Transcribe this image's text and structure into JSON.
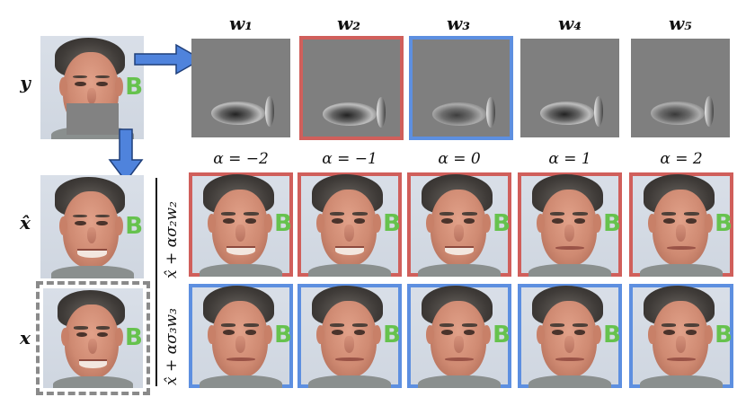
{
  "labels": {
    "y": "y",
    "x_hat": "x̂",
    "x": "x",
    "row1": "x̂ + ασ₂w₂",
    "row2": "x̂ + ασ₃w₃"
  },
  "weights": [
    "w₁",
    "w₂",
    "w₃",
    "w₄",
    "w₅"
  ],
  "alphas": [
    "α = −2",
    "α = −1",
    "α = 0",
    "α = 1",
    "α = 2"
  ],
  "logo_text": "B",
  "colors": {
    "red_frame": "#d05f5b",
    "blue_frame": "#5d8fe0",
    "arrow": "#4f83dc",
    "dashed_frame": "#8a8a8a"
  }
}
